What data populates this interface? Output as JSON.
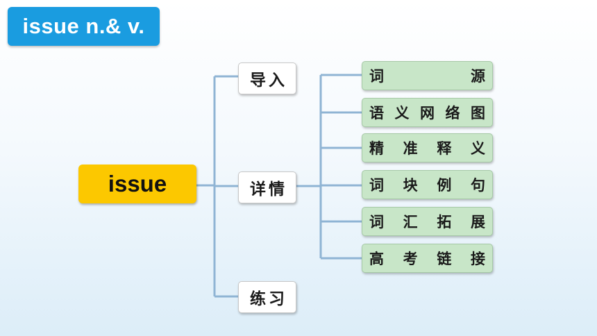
{
  "title": "issue n.& v.",
  "root": "issue",
  "branches": [
    "导入",
    "详情",
    "练习"
  ],
  "leaves": [
    "词源",
    "语义网络图",
    "精准释义",
    "词块例句",
    "词汇拓展",
    "高考链接"
  ],
  "colors": {
    "title_bg": "#1a9ce0",
    "root_bg": "#fcc800",
    "leaf_bg": "#c8e6c8",
    "connector": "#8fb4d4"
  }
}
